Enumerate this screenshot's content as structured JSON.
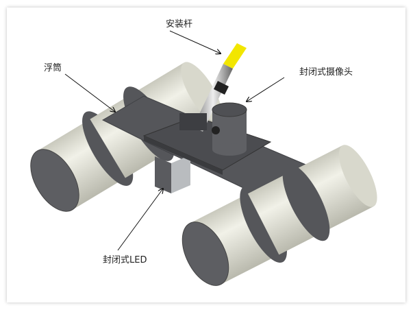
{
  "labels": {
    "mount_pole": "安装杆",
    "float": "浮筒",
    "camera": "封闭式摄像头",
    "led": "封闭式LED"
  },
  "colors": {
    "float_body": "#e4e4d8",
    "frame": "#55565a",
    "pole_tip": "#f2e600"
  }
}
